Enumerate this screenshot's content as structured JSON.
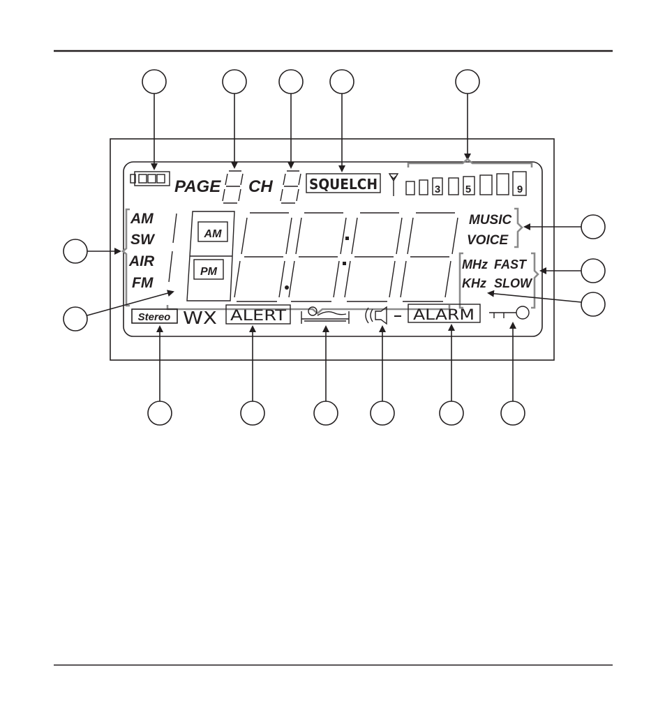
{
  "display": {
    "top_row": {
      "page": "PAGE",
      "ch": "CH",
      "squelch": "SQUELCH",
      "signal_digits": [
        "3",
        "5",
        "9"
      ]
    },
    "bands": [
      "AM",
      "SW",
      "AIR",
      "FM"
    ],
    "clock": {
      "am": "AM",
      "pm": "PM"
    },
    "modes": [
      "MUSIC",
      "VOICE"
    ],
    "units": {
      "mhz": "MHz",
      "khz": "KHz",
      "fast": "FAST",
      "slow": "SLOW"
    },
    "bottom_row": {
      "stereo": "Stereo",
      "wx": "WX",
      "alert": "ALERT",
      "alarm": "ALARM"
    }
  },
  "icons": [
    "battery-icon",
    "antenna-icon",
    "sleep-icon",
    "speaker-icon",
    "key-icon"
  ],
  "colors": {
    "ink": "#231f20",
    "brace": "#8a8a8a"
  }
}
